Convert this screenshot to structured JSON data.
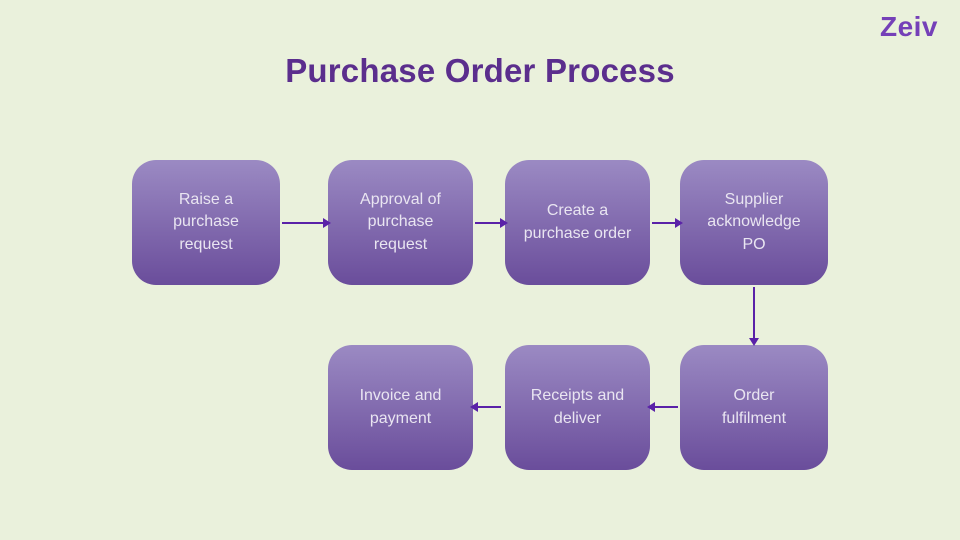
{
  "theme": {
    "background": "#eaf1dc",
    "title_color": "#5b2e8d",
    "logo_color": "#7540b8",
    "box_gradient_top": "#9b8ac3",
    "box_gradient_bottom": "#6a4d9b",
    "box_text_color": "#e9e5f1",
    "arrow_color": "#5a22a8"
  },
  "header": {
    "logo": "Zeiv",
    "title": "Purchase Order Process"
  },
  "diagram": {
    "type": "flowchart",
    "nodes": [
      {
        "id": "raise-purchase-request",
        "label": "Raise a purchase request"
      },
      {
        "id": "approval-of-purchase-request",
        "label": "Approval of purchase request"
      },
      {
        "id": "create-purchase-order",
        "label": "Create a purchase order"
      },
      {
        "id": "supplier-acknowledge-po",
        "label": "Supplier acknowledge PO"
      },
      {
        "id": "order-fulfilment",
        "label": "Order fulfilment"
      },
      {
        "id": "receipts-and-deliver",
        "label": "Receipts and deliver"
      },
      {
        "id": "invoice-and-payment",
        "label": "Invoice and payment"
      }
    ],
    "flow": [
      "raise-purchase-request",
      "approval-of-purchase-request",
      "create-purchase-order",
      "supplier-acknowledge-po",
      "order-fulfilment",
      "receipts-and-deliver",
      "invoice-and-payment"
    ]
  }
}
